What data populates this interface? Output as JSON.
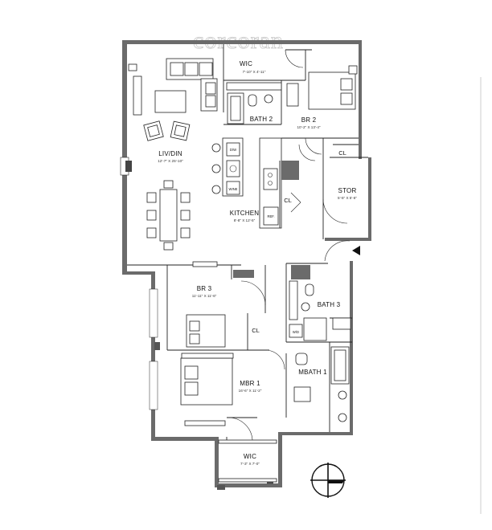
{
  "watermark": "corcoran",
  "rooms": {
    "wic_top": {
      "name": "WIC",
      "dims": "7'-10\" X 4'-11\""
    },
    "br2": {
      "name": "BR 2",
      "dims": "10'-2\" X 13'-4\""
    },
    "bath2": {
      "name": "BATH 2"
    },
    "liv_din": {
      "name": "LIV/DIN",
      "dims": "12'-7\" X 25'-10\""
    },
    "kitchen": {
      "name": "KITCHEN",
      "dims": "8'-8\" X 12'-5\""
    },
    "stor": {
      "name": "STOR",
      "dims": "5'-5\" X 5'-6\""
    },
    "br3": {
      "name": "BR 3",
      "dims": "11'-11\" X 11'-6\""
    },
    "bath3": {
      "name": "BATH 3"
    },
    "mbr1": {
      "name": "MBR 1",
      "dims": "16'-6\" X 11'-2\""
    },
    "mbath1": {
      "name": "MBATH 1"
    },
    "wic_bottom": {
      "name": "WIC",
      "dims": "7'-3\" X 7'-0\""
    }
  },
  "closets": {
    "cl_br2": "CL",
    "cl_kitchen": "CL",
    "cl_br3": "CL"
  },
  "appliances": {
    "dw": "D/W",
    "wine": "WINE",
    "ref": "REF.",
    "wd": "W/D"
  },
  "compass": "north-compass-icon"
}
